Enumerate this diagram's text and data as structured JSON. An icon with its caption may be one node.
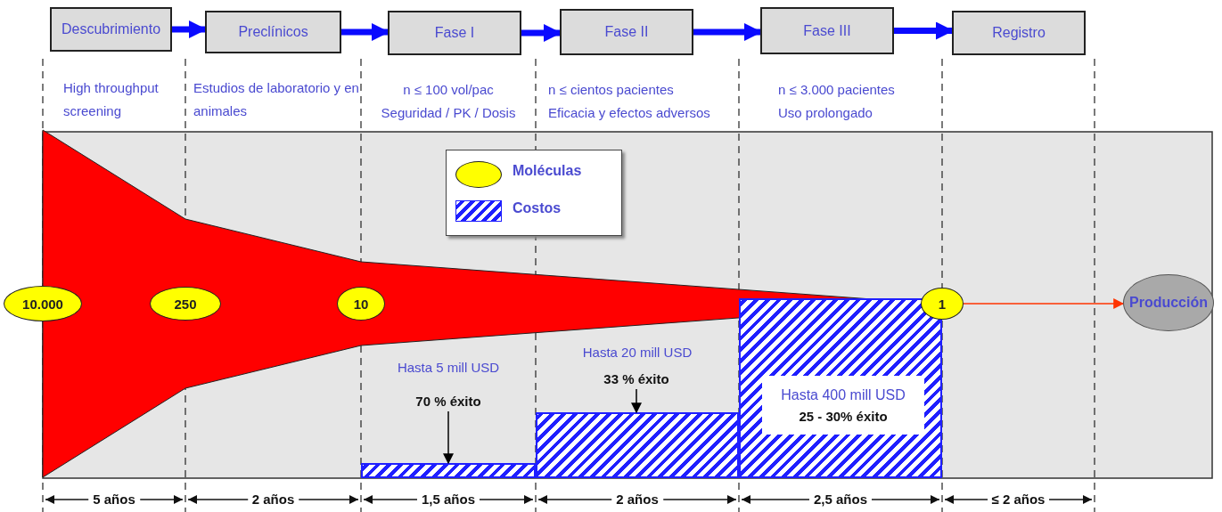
{
  "diagram": {
    "nodes": [
      {
        "text": [
          "Descubrimiento"
        ]
      },
      {
        "text": [
          "Preclínicos"
        ]
      },
      {
        "text": [
          "Fase I"
        ]
      },
      {
        "text": [
          "Fase II"
        ]
      },
      {
        "text": [
          "Fase III"
        ]
      },
      {
        "text": [
          "Registro"
        ]
      },
      {
        "text": [
          "10.000"
        ]
      },
      {
        "text": [
          "250"
        ]
      },
      {
        "text": [
          "10"
        ]
      },
      {
        "text": [
          "1"
        ]
      },
      {
        "text": [
          "Producción"
        ]
      },
      {
        "text": [
          "70 % éxito"
        ]
      },
      {
        "text": [],
        "shape": "bar"
      },
      {
        "text": [
          "33 % éxito"
        ]
      },
      {
        "text": [],
        "shape": "bar"
      },
      {
        "text": [],
        "shape": "bar"
      },
      {
        "text": [
          "Hasta 400 mill USD",
          "25 - 30% éxito"
        ],
        "in": 15
      }
    ],
    "edges": [
      {
        "from": 0,
        "to": 1,
        "arrow": "to"
      },
      {
        "from": 1,
        "to": 2,
        "arrow": "to"
      },
      {
        "from": 2,
        "to": 3,
        "arrow": "to"
      },
      {
        "from": 3,
        "to": 4,
        "arrow": "to"
      },
      {
        "from": 4,
        "to": 5,
        "arrow": "to"
      },
      {
        "from": 6,
        "to": 9,
        "arrow": "none",
        "color": "#ff0000",
        "style": "thick"
      },
      {
        "from": 9,
        "to": 10,
        "arrow": "to",
        "color": "#ff3300"
      },
      {
        "from": 11,
        "to": 12,
        "arrow": "to",
        "color": "#000000"
      },
      {
        "from": 13,
        "to": 14,
        "arrow": "to",
        "color": "#000000"
      }
    ],
    "labels": [
      "High throughput screening",
      "Estudios de laboratorio y en animales",
      "n ≤ 100 vol/pac",
      "Seguridad / PK / Dosis",
      "n ≤ cientos pacientes",
      "Eficacia y efectos adversos",
      "n ≤ 3.000 pacientes",
      "Uso prolongado",
      "Hasta 5 mill USD",
      "Hasta 20 mill USD",
      "5 años",
      "2 años",
      "1,5 años",
      "2 años",
      "2,5 años",
      "≤ 2 años"
    ],
    "legend": [
      {
        "text": "Moléculas"
      },
      {
        "text": "Costos"
      }
    ]
  }
}
